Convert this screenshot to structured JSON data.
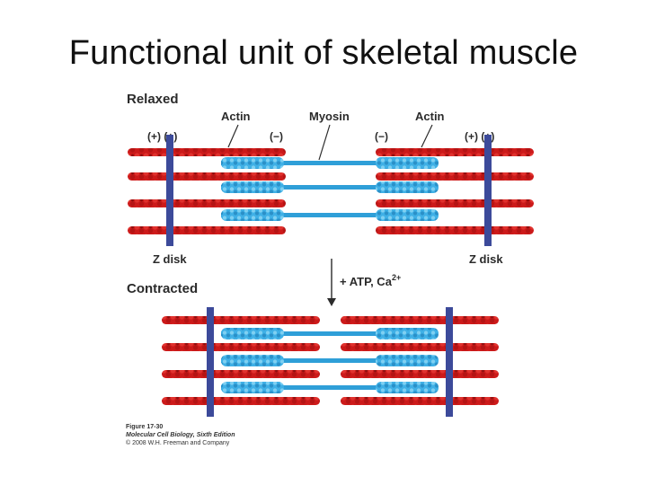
{
  "slide": {
    "title": "Functional unit of skeletal muscle"
  },
  "figure": {
    "relaxed_label": "Relaxed",
    "contracted_label": "Contracted",
    "actin_left": "Actin",
    "myosin": "Myosin",
    "actin_right": "Actin",
    "plus_plus_left": "(+) (+)",
    "minus_left": "(−)",
    "minus_right": "(−)",
    "plus_plus_right": "(+) (+)",
    "z_disk_left": "Z disk",
    "z_disk_right": "Z disk",
    "reagents": "+ ATP, Ca",
    "reagents_sup": "2+",
    "caption_figure": "Figure 17-30",
    "caption_book": "Molecular Cell Biology, Sixth Edition",
    "caption_copyright": "© 2008 W.H. Freeman and Company"
  },
  "colors": {
    "actin": "#cc1a1a",
    "actin_dark": "#8f0f0f",
    "myosin": "#2f9fd8",
    "myosin_head": "#5cc0ec",
    "z_disk": "#3c4a9a",
    "text": "#2b2b2b"
  }
}
